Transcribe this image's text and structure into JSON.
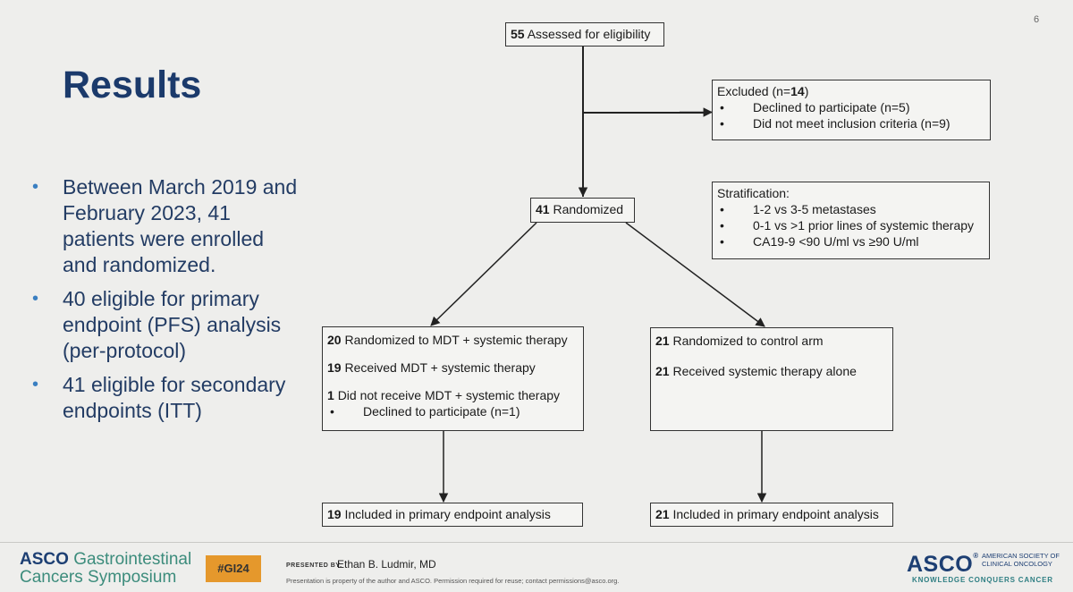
{
  "slide": {
    "number": "6",
    "title": "Results",
    "bullets": [
      "Between March 2019 and February 2023, 41 patients were enrolled and randomized.",
      "40 eligible for primary endpoint (PFS) analysis (per-protocol)",
      "41 eligible for secondary endpoints (ITT)"
    ]
  },
  "flow": {
    "assessed": {
      "count": "55",
      "label": "Assessed for eligibility"
    },
    "excluded": {
      "heading_pre": "Excluded (n=",
      "heading_num": "14",
      "heading_post": ")",
      "items": [
        "Declined to participate (n=5)",
        "Did not meet inclusion criteria (n=9)"
      ]
    },
    "randomized": {
      "count": "41",
      "label": "Randomized"
    },
    "stratification": {
      "heading": "Stratification:",
      "items": [
        "1-2 vs 3-5 metastases",
        "0-1 vs >1 prior lines of systemic therapy",
        "CA19-9 <90 U/ml vs ≥90 U/ml"
      ]
    },
    "mdt_arm": {
      "randomized_count": "20",
      "randomized_label": "Randomized to MDT + systemic therapy",
      "received_count": "19",
      "received_label": "Received MDT + systemic therapy",
      "not_received_count": "1",
      "not_received_label": "Did not receive MDT + systemic therapy",
      "not_received_reason": "Declined to participate (n=1)"
    },
    "control_arm": {
      "randomized_count": "21",
      "randomized_label": "Randomized to control arm",
      "received_count": "21",
      "received_label": "Received systemic therapy alone"
    },
    "mdt_analysis": {
      "count": "19",
      "label": "Included in primary endpoint analysis"
    },
    "control_analysis": {
      "count": "21",
      "label": "Included in primary endpoint analysis"
    },
    "bullet_glyph": "•"
  },
  "footer": {
    "asco_gi_line1_bold": "ASCO",
    "asco_gi_line1_rest": "Gastrointestinal",
    "asco_gi_line2": "Cancers Symposium",
    "hashtag": "#GI24",
    "presented_by": "PRESENTED BY:",
    "presenter": "Ethan B. Ludmir, MD",
    "disclaimer": "Presentation is property of the author and ASCO. Permission required for reuse; contact permissions@asco.org.",
    "asco_logo": "ASCO",
    "asco_logo_mark": "®",
    "society_line1": "AMERICAN SOCIETY OF",
    "society_line2": "CLINICAL ONCOLOGY",
    "tagline": "KNOWLEDGE CONQUERS CANCER"
  }
}
